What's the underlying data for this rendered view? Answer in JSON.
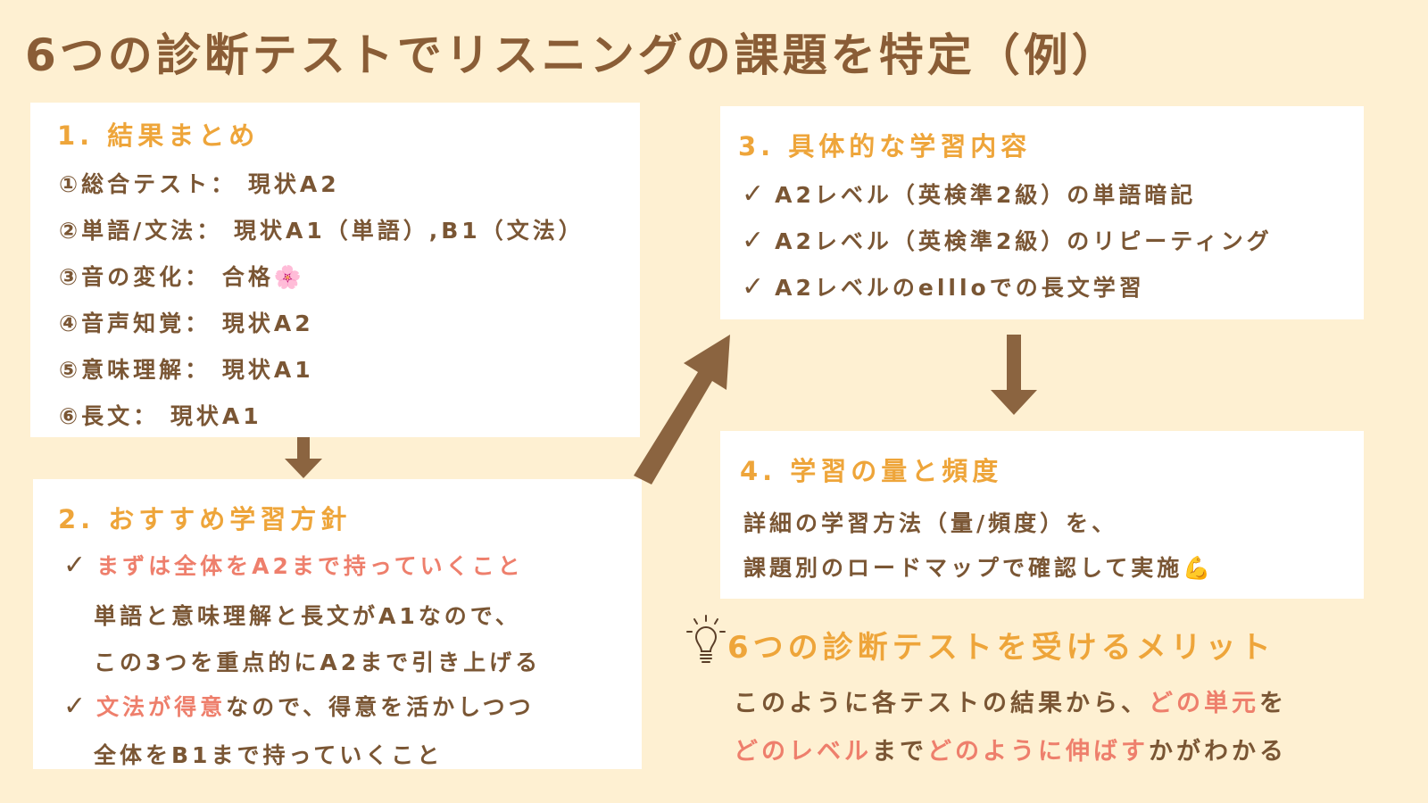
{
  "title": "6つの診断テストでリスニングの課題を特定（例）",
  "box1": {
    "heading": "1. 結果まとめ",
    "items": [
      "①総合テスト： 現状A2",
      "②単語/文法： 現状A1（単語）,B1（文法）",
      "③音の変化： 合格",
      "④音声知覚： 現状A2",
      "⑤意味理解： 現状A1",
      "⑥長文： 現状A1"
    ],
    "flower": "🌸"
  },
  "box2": {
    "heading": "2. おすすめ学習方針",
    "check": "✓",
    "point1": "まずは全体をA2まで持っていくこと",
    "point1_sub1": "単語と意味理解と長文がA1なので、",
    "point1_sub2": "この3つを重点的にA2まで引き上げる",
    "point2_hl": "文法が得意",
    "point2_rest": "なので、得意を活かしつつ",
    "point2_sub": "全体をB1まで持っていくこと"
  },
  "box3": {
    "heading": "3. 具体的な学習内容",
    "check": "✓",
    "items": [
      "A2レベル（英検準2級）の単語暗記",
      "A2レベル（英検準2級）のリピーティング",
      "A2レベルのellloでの長文学習"
    ]
  },
  "box4": {
    "heading": "4. 学習の量と頻度",
    "line1": "詳細の学習方法（量/頻度）を、",
    "line2": "課題別のロードマップで確認して実施",
    "emoji": "💪"
  },
  "merit": {
    "heading": "6つの診断テストを受けるメリット",
    "l1a": "このように各テストの結果から、",
    "l1b": "どの単元",
    "l1c": "を",
    "l2a": "どのレベル",
    "l2b": "まで",
    "l2c": "どのように伸ばす",
    "l2d": "かがわかる"
  },
  "colors": {
    "background": "#fef0d2",
    "brown": "#7a5634",
    "orange": "#eea53a",
    "pink": "#ee7f6c",
    "arrow": "#8b6440"
  }
}
